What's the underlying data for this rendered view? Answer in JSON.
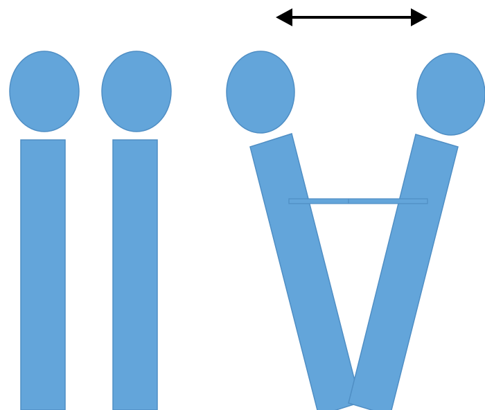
{
  "diagram": {
    "description_free": true,
    "colors": {
      "fill": "#63a5da",
      "stroke": "#4f8ec4",
      "arrow": "#000000",
      "background": "#ffffff"
    },
    "figures": [
      {
        "id": "figure-1",
        "pose": "upright",
        "parts": [
          "head",
          "body"
        ]
      },
      {
        "id": "figure-2",
        "pose": "upright",
        "parts": [
          "head",
          "body"
        ]
      },
      {
        "id": "figure-3",
        "pose": "leaning-left",
        "parts": [
          "head",
          "body"
        ]
      },
      {
        "id": "figure-4",
        "pose": "leaning-right",
        "parts": [
          "head",
          "body"
        ]
      }
    ],
    "connectors": [
      {
        "id": "crossbar",
        "links": [
          "figure-3",
          "figure-4"
        ]
      }
    ],
    "arrows": [
      {
        "id": "spread-arrow",
        "direction": "double-headed-horizontal"
      }
    ]
  }
}
